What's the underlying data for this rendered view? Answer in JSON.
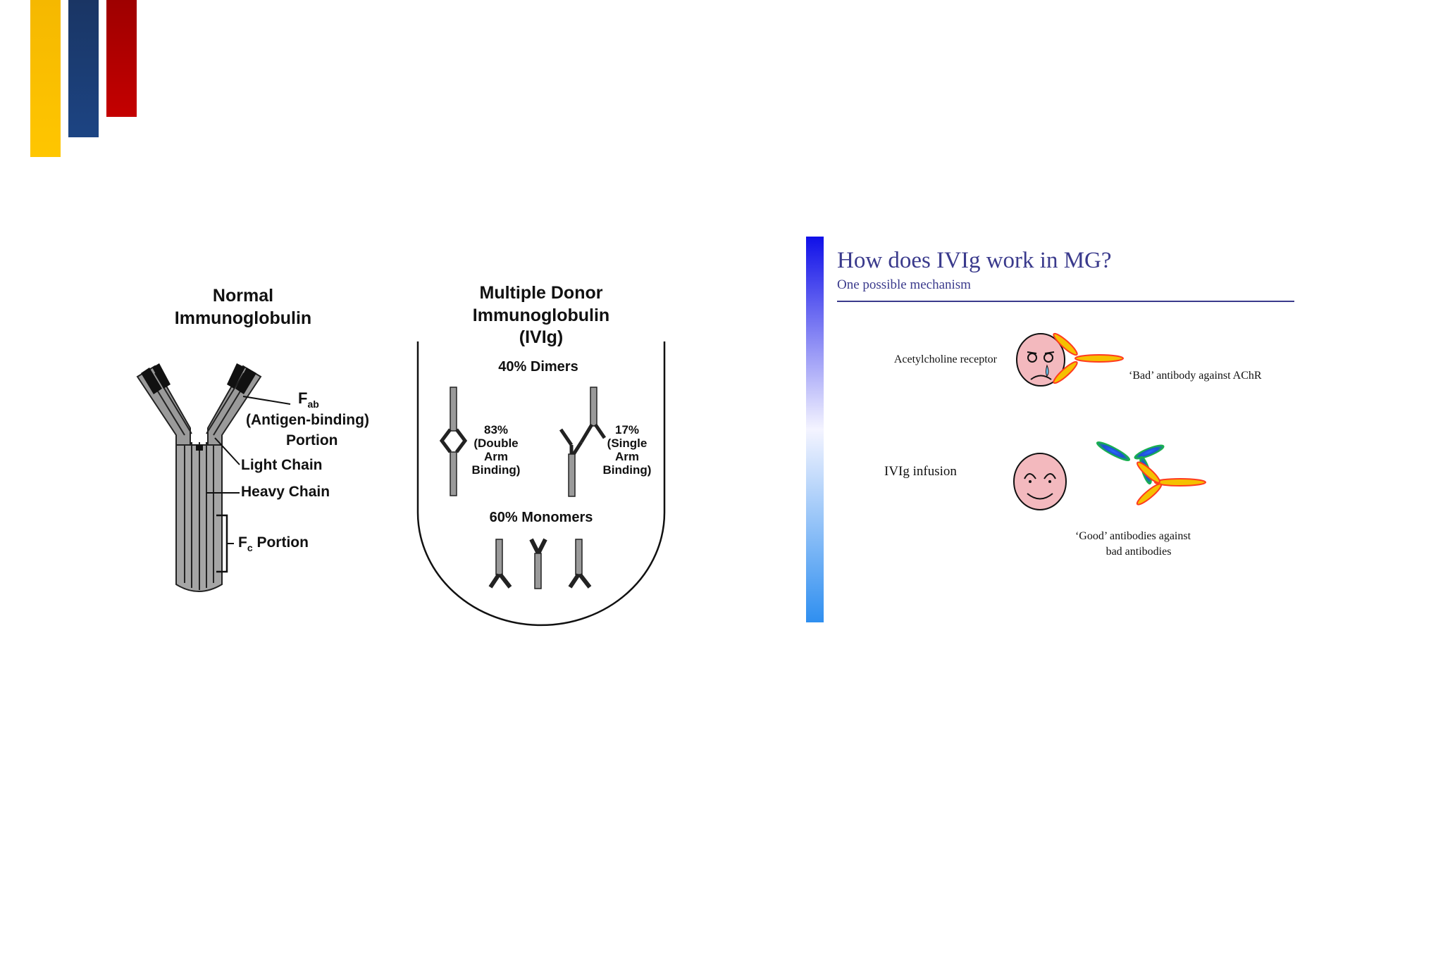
{
  "colors": {
    "bar_yellow": "#ffc600",
    "bar_blue": "#1c4483",
    "bar_red": "#c40000",
    "mg_title": "#3a3a8c",
    "face_fill": "#f3b9be",
    "bad_antibody": "#f5c000",
    "good_antibody": "#1d4fd6"
  },
  "left_diagram": {
    "normal_title_1": "Normal",
    "normal_title_2": "Immunoglobulin",
    "fab_label": "F",
    "fab_sub": "ab",
    "fab_desc_1": "(Antigen-binding)",
    "fab_desc_2": "Portion",
    "light_chain": "Light Chain",
    "heavy_chain": "Heavy Chain",
    "fc_label": "F",
    "fc_sub": "c",
    "fc_portion": " Portion",
    "ivig_title_1": "Multiple Donor",
    "ivig_title_2": "Immunoglobulin",
    "ivig_title_3": "(IVIg)",
    "dimers": "40% Dimers",
    "double_pct": "83%",
    "double_1": "(Double",
    "double_2": "Arm",
    "double_3": "Binding)",
    "single_pct": "17%",
    "single_1": "(Single",
    "single_2": "Arm",
    "single_3": "Binding)",
    "monomers": "60% Monomers"
  },
  "mg_slide": {
    "title": "How does IVIg work in MG?",
    "subtitle": "One possible mechanism",
    "ach_receptor": "Acetylcholine receptor",
    "bad_antibody": "‘Bad’ antibody against AChR",
    "ivig_infusion": "IVIg infusion",
    "good_1": "‘Good’ antibodies against",
    "good_2": "bad antibodies"
  }
}
